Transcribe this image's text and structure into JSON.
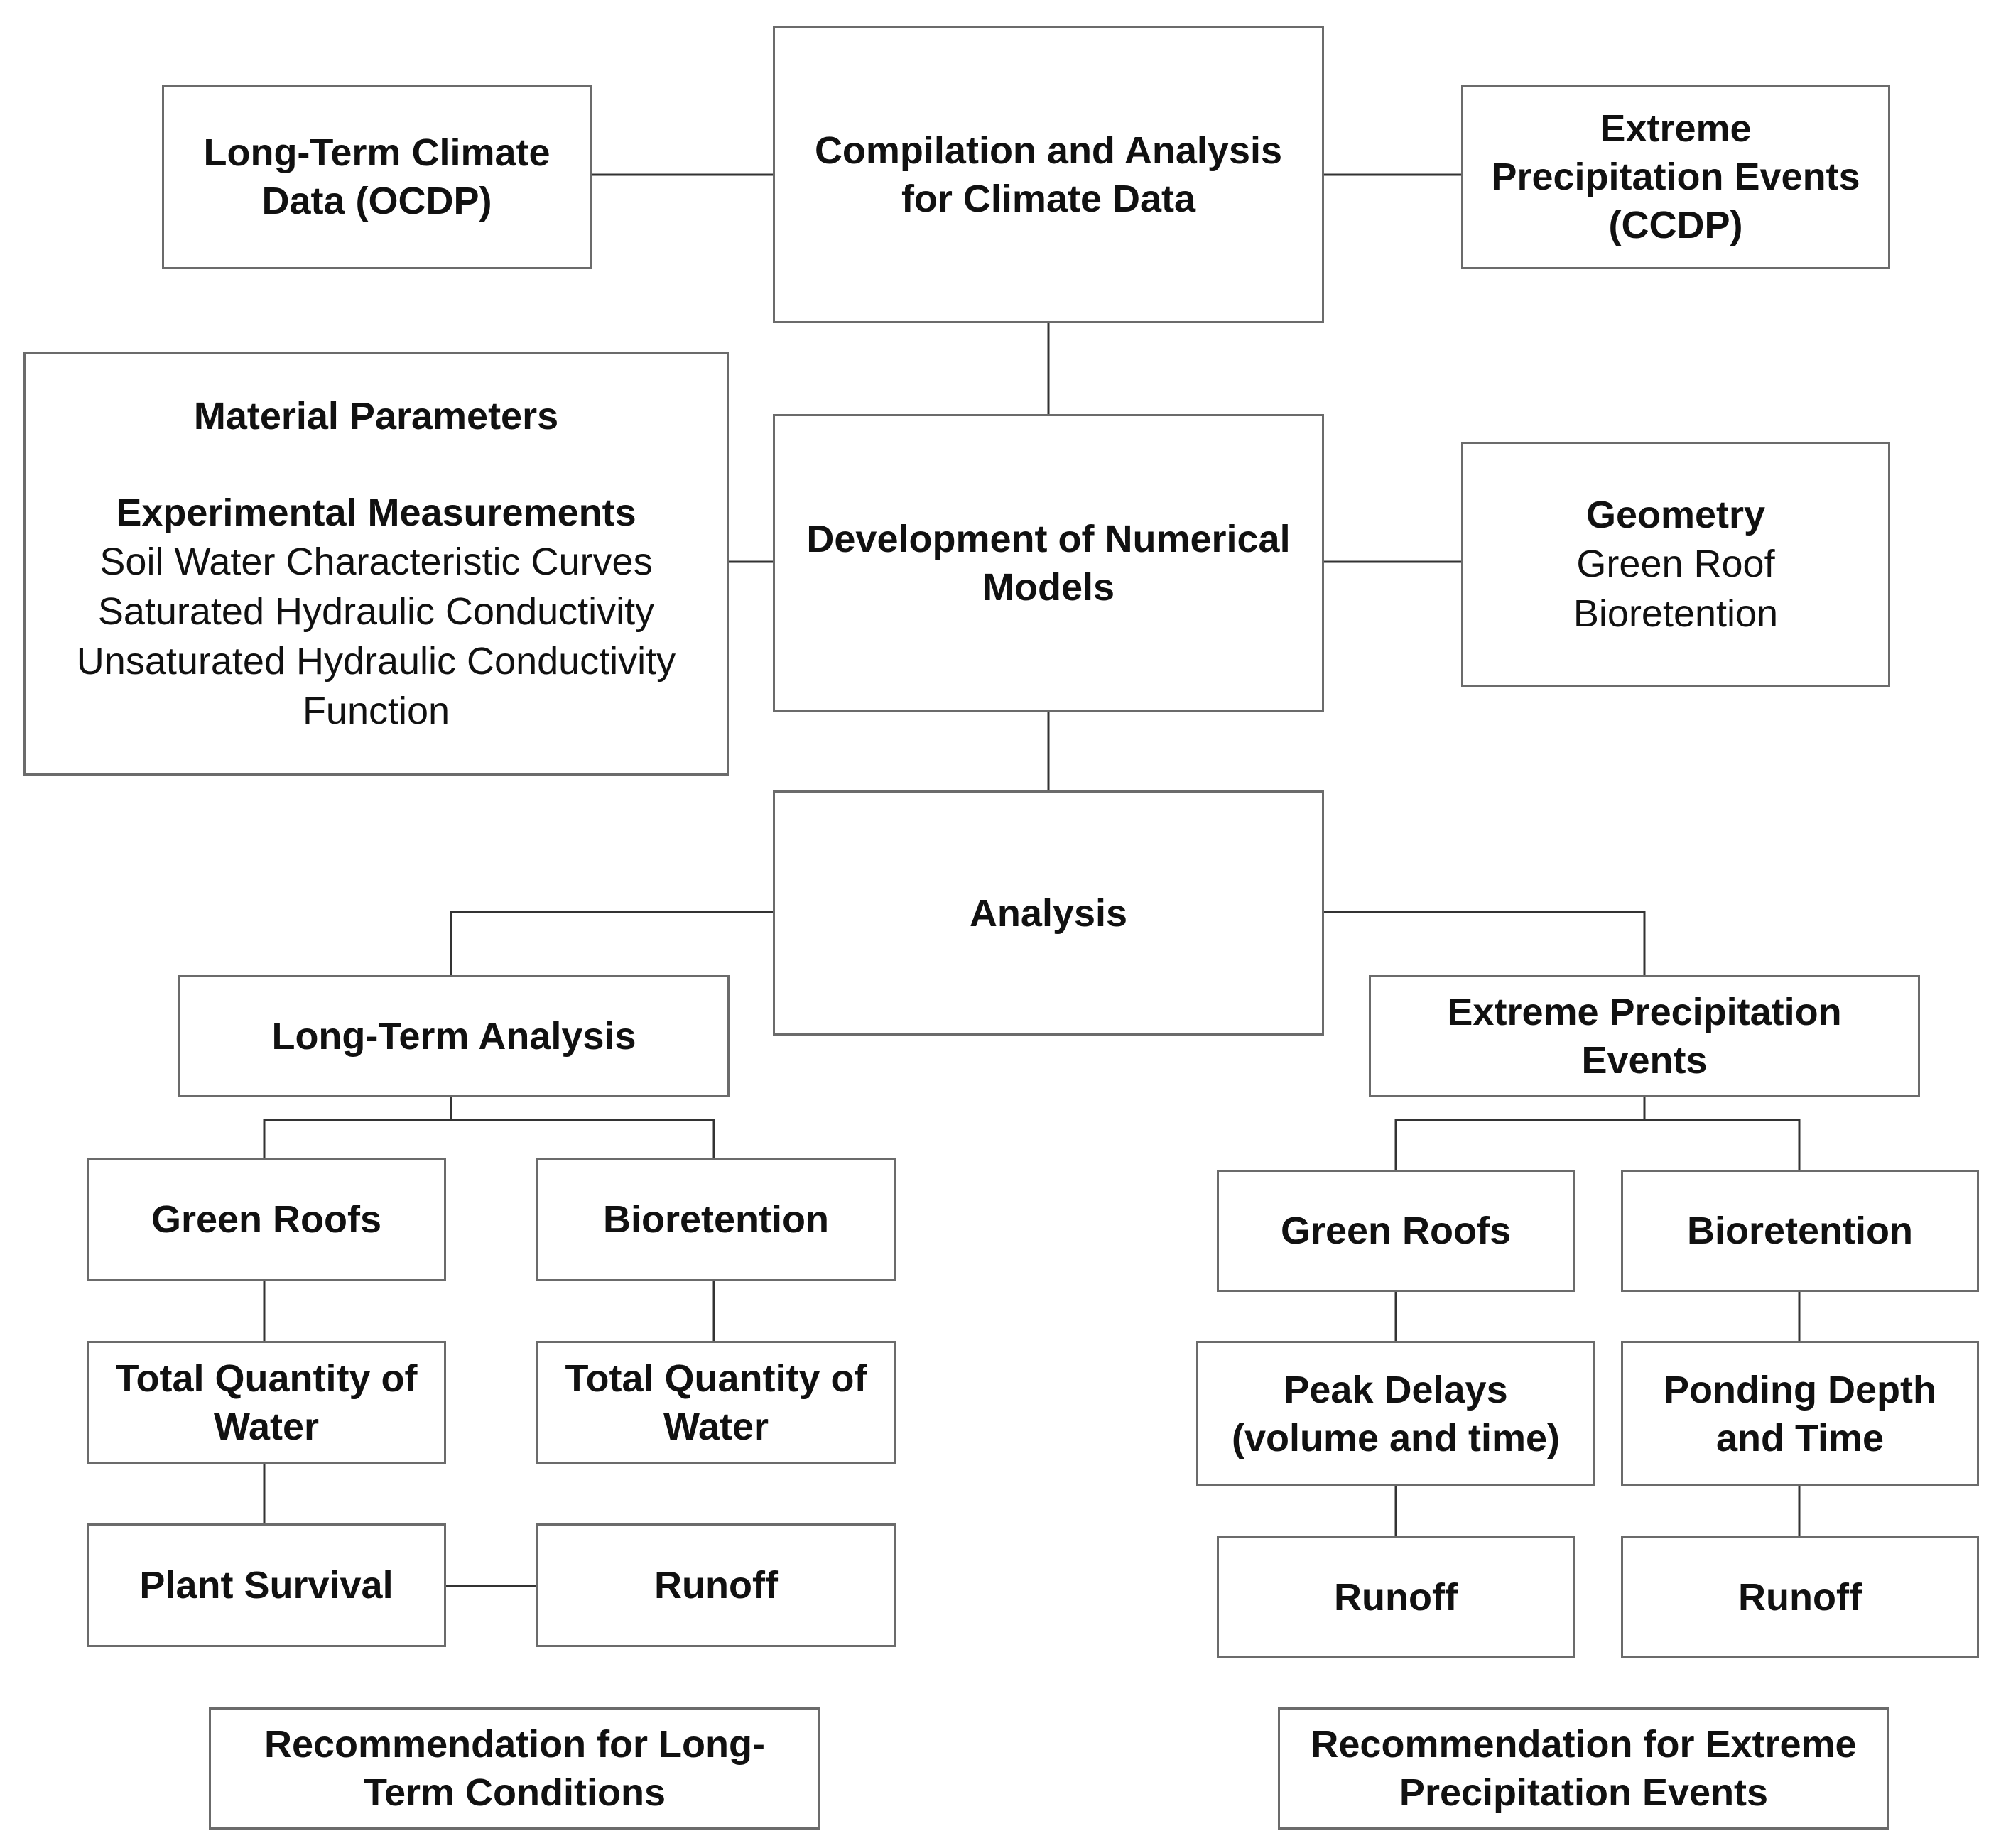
{
  "nodes": {
    "long_term_climate": [
      "Long-Term Climate",
      "Data (OCDP)"
    ],
    "compilation": [
      "Compilation and Analysis",
      "for Climate Data"
    ],
    "extreme_events_ccdp": [
      "Extreme",
      "Precipitation Events",
      "(CCDP)"
    ],
    "material": {
      "title": "Material Parameters",
      "subtitle": "Experimental Measurements",
      "items": [
        "Soil Water Characteristic Curves",
        "Saturated Hydraulic Conductivity",
        "Unsaturated Hydraulic Conductivity",
        "Function"
      ]
    },
    "development": [
      "Development of Numerical",
      "Models"
    ],
    "geometry": {
      "title": "Geometry",
      "items": [
        "Green Roof",
        "Bioretention"
      ]
    },
    "analysis": "Analysis",
    "long_term_analysis": "Long-Term Analysis",
    "extreme_analysis": [
      "Extreme Precipitation",
      "Events"
    ],
    "lt_green_roofs": "Green Roofs",
    "lt_bioretention": "Bioretention",
    "lt_total_water_1": [
      "Total Quantity of",
      "Water"
    ],
    "lt_total_water_2": [
      "Total Quantity of",
      "Water"
    ],
    "plant_survival": "Plant Survival",
    "lt_runoff": "Runoff",
    "ex_green_roofs": "Green Roofs",
    "ex_bioretention": "Bioretention",
    "peak_delays": [
      "Peak Delays",
      "(volume and time)"
    ],
    "ponding": [
      "Ponding Depth",
      "and Time"
    ],
    "ex_runoff_1": "Runoff",
    "ex_runoff_2": "Runoff",
    "rec_long_term": [
      "Recommendation for Long-",
      "Term Conditions"
    ],
    "rec_extreme": [
      "Recommendation for Extreme",
      "Precipitation Events"
    ]
  }
}
